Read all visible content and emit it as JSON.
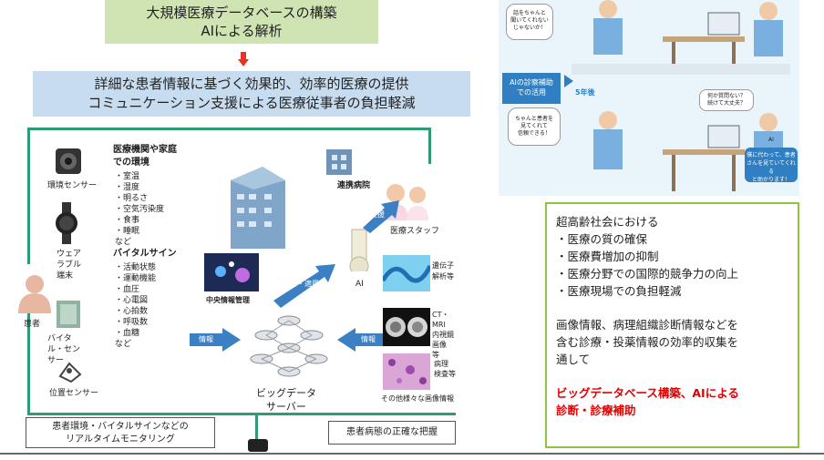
{
  "header": {
    "title_line1": "大規模医療データベースの構築",
    "title_line2": "AIによる解析",
    "benefit_line1": "詳細な患者情報に基づく効果的、効率的医療の提供",
    "benefit_line2": "コミュニケーション支援による医療従事者の負担軽減"
  },
  "diagram": {
    "env_heading_1": "医療機関や家庭",
    "env_heading_2": "での環境",
    "env_items": [
      "・室温",
      "・湿度",
      "・明るさ",
      "・空気汚染度",
      "・食事",
      "・睡眠",
      "など"
    ],
    "vital_heading": "バイタルサイン",
    "vital_items": [
      "・活動状態",
      "・運動機能",
      "・血圧",
      "・心電図",
      "・心拍数",
      "・呼吸数",
      "・血糖",
      "など"
    ],
    "sensor_env": "環境センサー",
    "sensor_wearable": "ウェアラブル端末",
    "patient": "患者",
    "sensor_vital": "バイタル・センサー",
    "sensor_position": "位置センサー",
    "partner_hospital": "連携病院",
    "medical_staff": "医療スタッフ",
    "central_mgmt": "中央情報管理",
    "ai": "AI",
    "arrow_learn": "学習・適用",
    "arrow_support": "支援",
    "big_data_1": "ビッグデータ",
    "big_data_2": "サーバー",
    "info_left": "情報",
    "info_right": "情報",
    "genome": "遺伝子解析等",
    "ct_mri_1": "CT・MRI",
    "ct_mri_2": "内視鏡画像",
    "ct_mri_3": "等",
    "pathology_1": "病理",
    "pathology_2": "検査等",
    "other_images": "その他様々な画像情報",
    "monitor_1": "患者環境・バイタルサインなどの",
    "monitor_2": "リアルタイムモニタリング",
    "grasp": "患者病態の正確な把握"
  },
  "cartoon": {
    "ai_label_1": "AIの診察補助",
    "ai_label_2": "での活用",
    "after": "5年後",
    "bubble_1a": "話をちゃんと",
    "bubble_1b": "聞いてくれない",
    "bubble_1c": "じゃないか！",
    "bubble_2a": "ちゃんと患者を",
    "bubble_2b": "見てくれて",
    "bubble_2c": "信頼できる！",
    "bubble_3a": "何か質問ない？",
    "bubble_3b": "続けて大丈夫？",
    "bubble_4a": "僕に代わって、患者",
    "bubble_4b": "さんを見ていてくれる",
    "bubble_4c": "と助かります！",
    "doctor_tag": "AI"
  },
  "summary": {
    "heading": "超高齢社会における",
    "items": [
      "・医療の質の確保",
      "・医療費増加の抑制",
      "・医療分野での国際的競争力の向上",
      "・医療現場での負担軽減"
    ],
    "para_line1": "画像情報、病理組織診断情報などを",
    "para_line2": "含む診療・投薬情報の効率的収集を",
    "para_line3": "通して",
    "highlight_line1": "ビッグデータベース構築、AIによる",
    "highlight_line2": "診断・診療補助"
  },
  "colors": {
    "title_bg": "#cfe3b3",
    "benefit_bg": "#c8dcf0",
    "arrow_red": "#e53424",
    "frame_green": "#2e9b73",
    "summary_border": "#8cc63f",
    "highlight_red": "#e30000",
    "flow_blue": "#3b7fc4"
  }
}
